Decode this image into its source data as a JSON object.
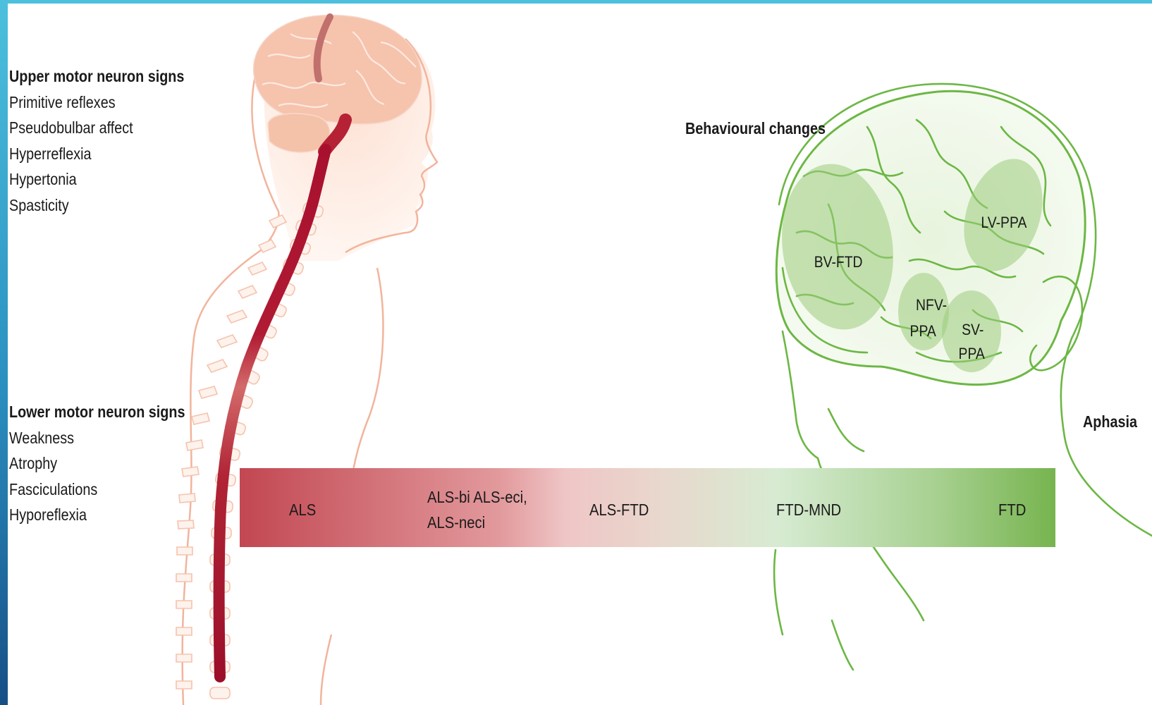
{
  "upper_motor": {
    "heading": "Upper motor neuron signs",
    "items": [
      "Primitive reflexes",
      "Pseudobulbar affect",
      "Hyperreflexia",
      "Hypertonia",
      "Spasticity"
    ]
  },
  "lower_motor": {
    "heading": "Lower motor neuron signs",
    "items": [
      "Weakness",
      "Atrophy",
      "Fasciculations",
      "Hyporeflexia"
    ]
  },
  "brain_labels": {
    "behavioural": "Behavioural changes",
    "aphasia": "Aphasia",
    "regions": {
      "bvftd": "BV-FTD",
      "lvppa": "LV-PPA",
      "nfvppa_1": "NFV-",
      "nfvppa_2": "PPA",
      "svppa_1": "SV-",
      "svppa_2": "PPA"
    }
  },
  "spectrum": {
    "stages": {
      "als": "ALS",
      "als_bi_1": "ALS-bi ALS-eci,",
      "als_bi_2": "ALS-neci",
      "als_ftd": "ALS-FTD",
      "ftd_mnd": "FTD-MND",
      "ftd": "FTD"
    },
    "colors": {
      "start": "#c0444f",
      "mid": "#f4dcdc",
      "light": "#d8ecd2",
      "end": "#76b351"
    }
  },
  "colors": {
    "frame": "#4cc0dd",
    "skin_line": "#f2b49c",
    "spinal_cord": "#a8112e",
    "brain_green": "#6cb744"
  }
}
